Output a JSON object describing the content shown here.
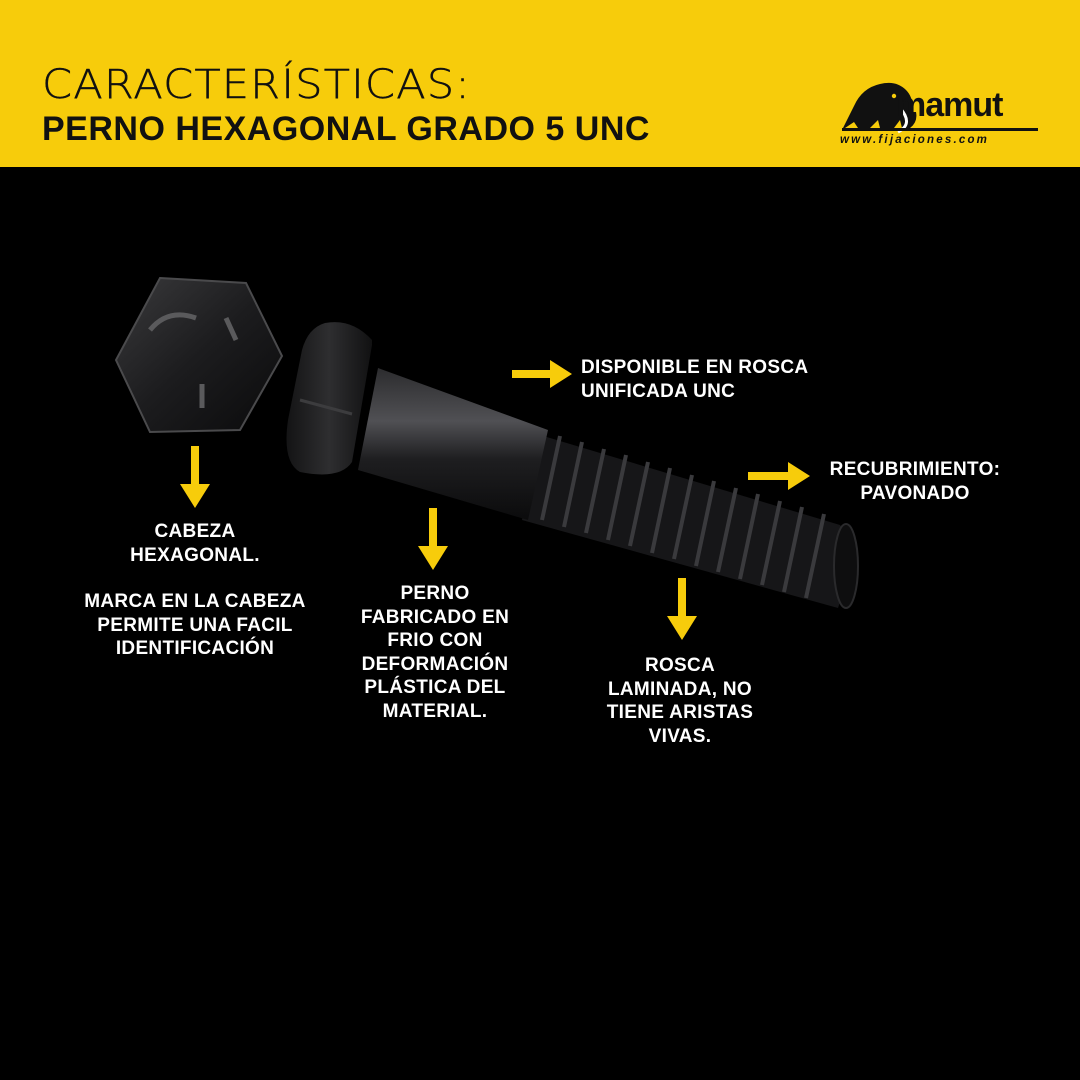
{
  "header": {
    "title_line1": "CARACTERÍSTICAS:",
    "title_line2": "PERNO HEXAGONAL GRADO 5 UNC"
  },
  "logo": {
    "brand": "mamut",
    "url": "www.fijaciones.com"
  },
  "features": {
    "cabeza_title_1": "CABEZA",
    "cabeza_title_2": "HEXAGONAL.",
    "cabeza_desc_1": "MARCA EN LA CABEZA",
    "cabeza_desc_2": "PERMITE UNA FACIL",
    "cabeza_desc_3": "IDENTIFICACIÓN",
    "perno_1": "PERNO",
    "perno_2": "FABRICADO EN",
    "perno_3": "FRIO CON",
    "perno_4": "DEFORMACIÓN",
    "perno_5": "PLÁSTICA DEL",
    "perno_6": "MATERIAL.",
    "rosca_unc_1": "DISPONIBLE EN ROSCA",
    "rosca_unc_2": "UNIFICADA UNC",
    "recubrimiento_1": "RECUBRIMIENTO:",
    "recubrimiento_2": "PAVONADO",
    "rosca_lam_1": "ROSCA",
    "rosca_lam_2": "LAMINADA, NO",
    "rosca_lam_3": "TIENE ARISTAS",
    "rosca_lam_4": "VIVAS."
  },
  "colors": {
    "accent": "#f7cc0b",
    "background": "#000000",
    "text": "#ffffff"
  }
}
